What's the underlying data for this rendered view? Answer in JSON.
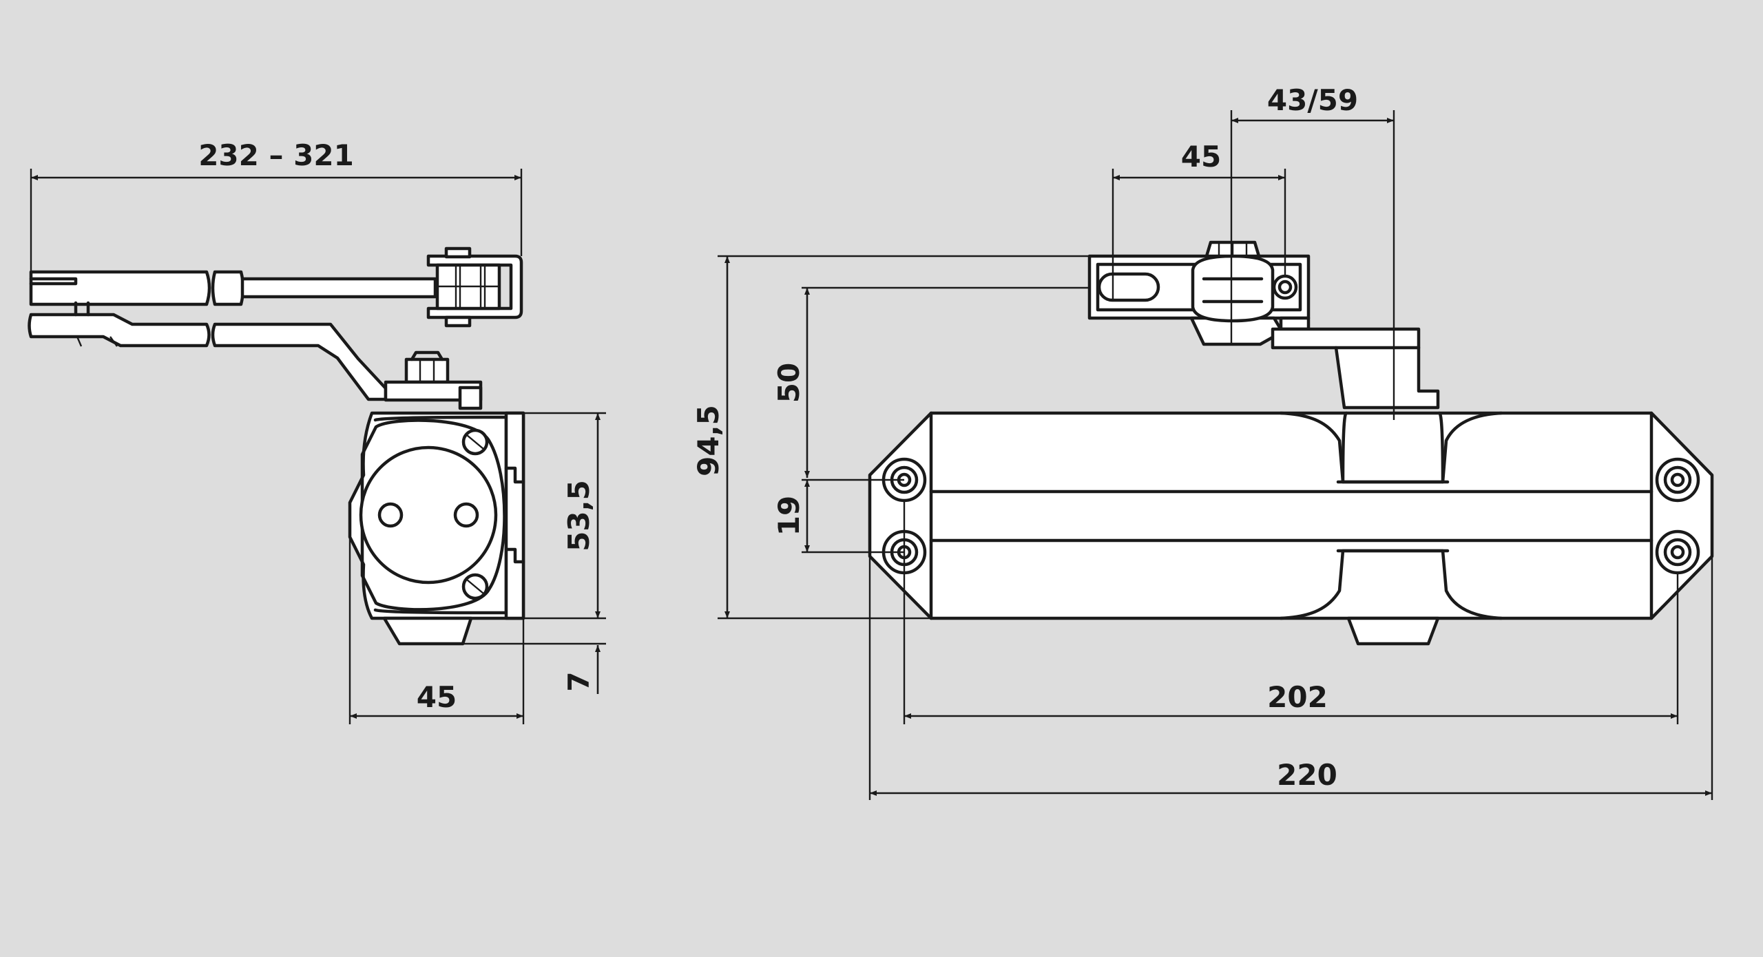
{
  "dimensions": {
    "arm_span_range": "232 – 321",
    "side_body_height": "53,5",
    "side_body_width": "45",
    "side_foot_offset": "7",
    "shoe_spacing": "45",
    "shoe_offset_range": "43/59",
    "total_height": "94,5",
    "arm_height": "50",
    "hole_spacing": "19",
    "hole_distance": "202",
    "total_length": "220"
  },
  "colors": {
    "background": "#dddddd",
    "line": "#1a1a1a",
    "part_fill": "#ffffff"
  }
}
